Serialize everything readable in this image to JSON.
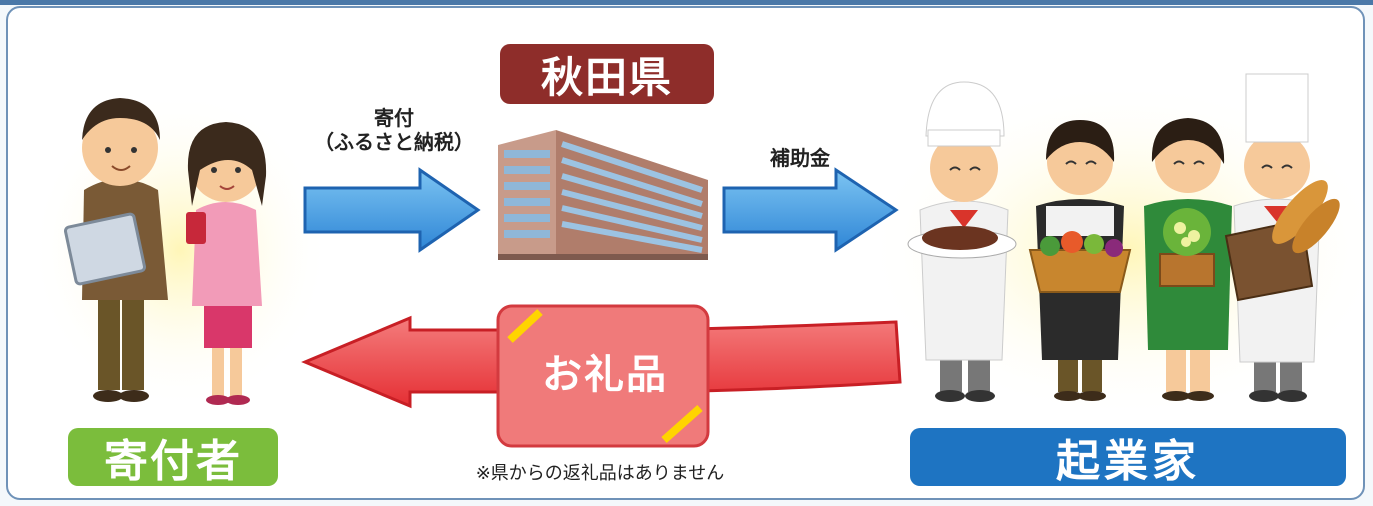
{
  "prefecture": {
    "label": "秋田県"
  },
  "donation": {
    "line1": "寄付",
    "line2": "（ふるさと納税）"
  },
  "subsidy": {
    "label": "補助金"
  },
  "gift": {
    "label": "お礼品"
  },
  "note": {
    "text": "※県からの返礼品はありません"
  },
  "donor": {
    "label": "寄付者"
  },
  "entrepreneur": {
    "label": "起業家"
  },
  "colors": {
    "prefecture": "#8e2d2a",
    "donor": "#7bbd3c",
    "entrepreneur": "#1e74c2",
    "blue_arrow": "#3d9be0",
    "red_arrow": "#e8383b",
    "gift_box": "#f07a7a"
  },
  "icons": [
    "man-with-tablet-icon",
    "woman-with-phone-icon",
    "office-building-icon",
    "chef-with-steak-icon",
    "woman-with-vegetable-basket-icon",
    "woman-with-plant-icon",
    "chef-with-bread-icon",
    "gift-box-icon"
  ]
}
